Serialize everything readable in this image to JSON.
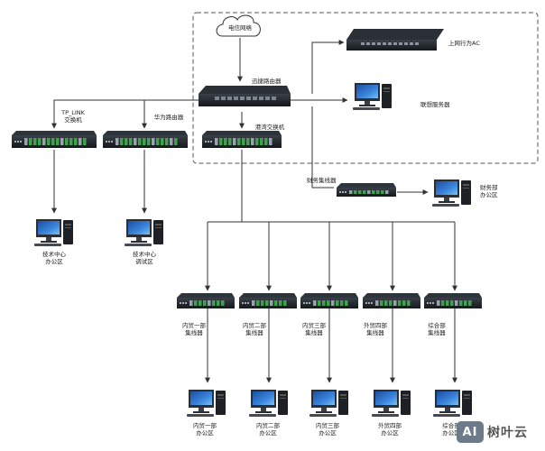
{
  "nodes": {
    "telecom": {
      "label": "电信网络"
    },
    "router_main": {
      "label": "迅捷路由器"
    },
    "ac": {
      "label": "上网行为AC"
    },
    "lenovo_server": {
      "label": "联想服务器"
    },
    "tplink": {
      "label": "TP_LINK\n交换机"
    },
    "huawei": {
      "label": "华为路由器"
    },
    "gangwan": {
      "label": "港湾交换机"
    },
    "finance_hub": {
      "label": "财务集线器"
    },
    "finance_pc": {
      "label": "财务部\n办公区"
    },
    "tech_pc": {
      "label": "技术中心\n办公区"
    },
    "tech_debug_pc": {
      "label": "技术中心\n调试区"
    },
    "hubs": [
      {
        "label": "内贸一部\n集线器"
      },
      {
        "label": "内贸二部\n集线器"
      },
      {
        "label": "内贸三部\n集线器"
      },
      {
        "label": "外贸四部\n集线器"
      },
      {
        "label": "综合部\n集线器"
      }
    ],
    "dept_pcs": [
      {
        "label": "内贸一部\n办公区"
      },
      {
        "label": "内贸二部\n办公区"
      },
      {
        "label": "内贸三部\n办公区"
      },
      {
        "label": "外贸四部\n办公区"
      },
      {
        "label": "综合部\n办公区"
      }
    ]
  },
  "watermark": {
    "badge": "AI",
    "text": "树叶云"
  },
  "colors": {
    "line": "#333333",
    "device_dark": "#1d2126",
    "port_green": "#3fa34d",
    "screen_blue": "#2a6fc9"
  }
}
